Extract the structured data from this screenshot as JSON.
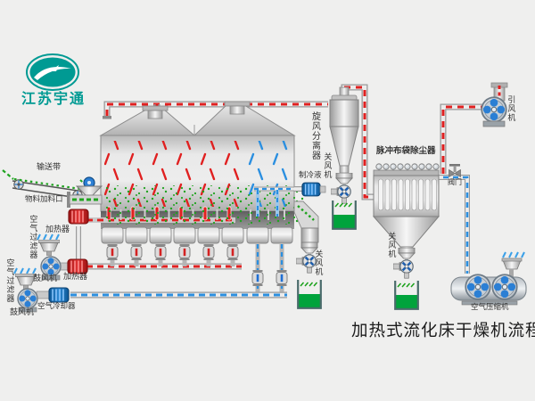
{
  "brand": {
    "company": "江苏宇通",
    "badge": "宇通"
  },
  "title": "加热式流化床干燥机流程图",
  "equipment_labels": {
    "conveyor": "输送带",
    "feed_inlet": "物料加料口",
    "air_filter_upper": "空气过滤器",
    "air_filter_lower": "空气过滤器",
    "blower_upper": "鼓风机",
    "blower_lower": "鼓风机",
    "heater_upper": "加热器",
    "heater_lower": "加热器",
    "air_cooler": "空气冷却器",
    "cyclone_separator": "旋风分离器",
    "rotary_valve_cyclone": "关风机",
    "rotary_valve_dryer": "关风机",
    "rotary_valve_baghouse": "关风机",
    "coolant": "制冷液",
    "bag_dust_collector": "脉冲布袋除尘器",
    "pipe_valve": "阀门",
    "induced_draft_fan": "引风机",
    "air_compressor": "空气压缩机"
  },
  "legend_colors": {
    "hot_air": "#e02020",
    "cold_air": "#2b8fe0",
    "material": "#1fa31f",
    "brand_teal": "#009a93"
  }
}
